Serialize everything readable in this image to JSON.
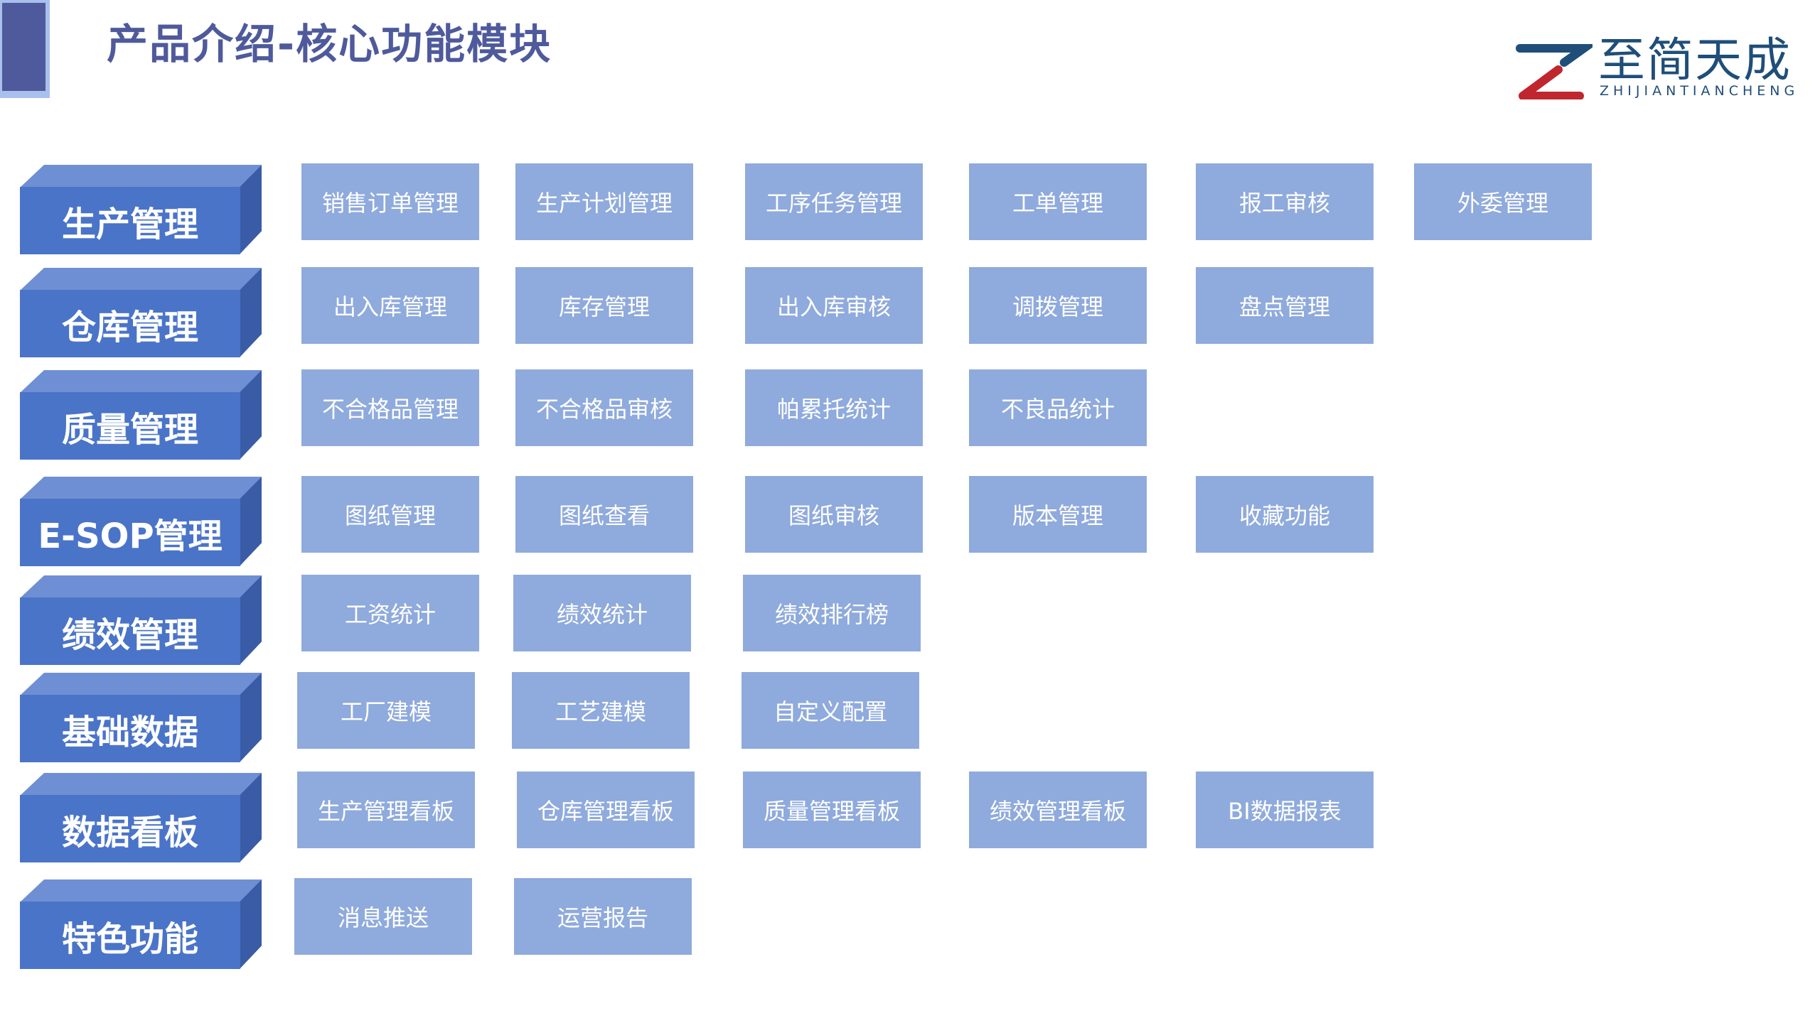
{
  "header": {
    "title": "产品介绍-核心功能模块"
  },
  "logo": {
    "name_cn": "至简天成",
    "name_en": "ZHIJIANTIANCHENG"
  },
  "modules": [
    {
      "category": "生产管理",
      "items": [
        "销售订单管理",
        "生产计划管理",
        "工序任务管理",
        "工单管理",
        "报工审核",
        "外委管理"
      ]
    },
    {
      "category": "仓库管理",
      "items": [
        "出入库管理",
        "库存管理",
        "出入库审核",
        "调拨管理",
        "盘点管理"
      ]
    },
    {
      "category": "质量管理",
      "items": [
        "不合格品管理",
        "不合格品审核",
        "帕累托统计",
        "不良品统计"
      ]
    },
    {
      "category": "E-SOP管理",
      "items": [
        "图纸管理",
        "图纸查看",
        "图纸审核",
        "版本管理",
        "收藏功能"
      ]
    },
    {
      "category": "绩效管理",
      "items": [
        "工资统计",
        "绩效统计",
        "绩效排行榜"
      ]
    },
    {
      "category": "基础数据",
      "items": [
        "工厂建模",
        "工艺建模",
        "自定义配置"
      ]
    },
    {
      "category": "数据看板",
      "items": [
        "生产管理看板",
        "仓库管理看板",
        "质量管理看板",
        "绩效管理看板",
        "BI数据报表"
      ]
    },
    {
      "category": "特色功能",
      "items": [
        "消息推送",
        "运营报告"
      ]
    }
  ]
}
